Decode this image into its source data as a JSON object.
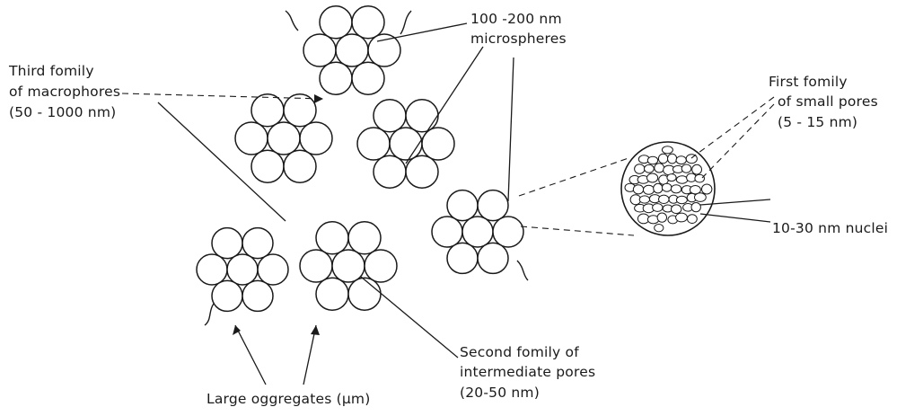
{
  "labels": {
    "microspheres_size": "100 -200 nm",
    "microspheres": "microspheres",
    "third_family_1": "Third fomily",
    "third_family_2": "of macrophores",
    "third_family_3": "(50 - 1000 nm)",
    "first_family_1": "First fomily",
    "first_family_2": "of small pores",
    "first_family_3": "(5 - 15 nm)",
    "nuclei": "10-30 nm nuclei",
    "second_family_1": "Second fomily of",
    "second_family_2": "intermediate pores",
    "second_family_3": "(20-50 nm)",
    "large_aggregates": "Large oggregates (μm)"
  }
}
